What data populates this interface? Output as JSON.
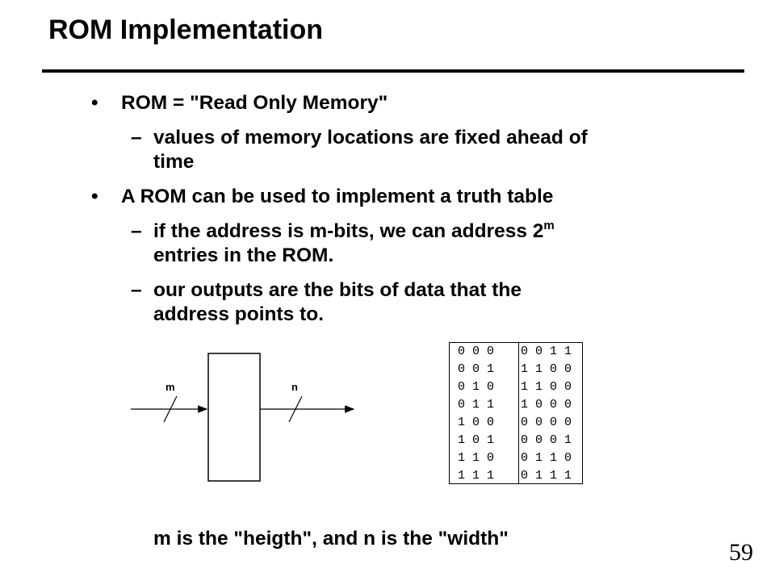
{
  "slide": {
    "title": "ROM Implementation",
    "bullets": [
      {
        "marker": "•",
        "text": "ROM = \"Read Only Memory\"",
        "sub": [
          {
            "marker": "–",
            "lines": [
              "values of memory locations are fixed ahead of",
              "time"
            ]
          }
        ]
      },
      {
        "marker": "•",
        "text": "A ROM can be used to implement a truth table",
        "sub": [
          {
            "marker": "–",
            "line1": "if the address is m-bits, we can address 2",
            "line1_sup": "m",
            "line2": "entries in the ROM."
          },
          {
            "marker": "–",
            "lines": [
              "our outputs are the bits of data that the",
              "address points to."
            ]
          }
        ]
      }
    ],
    "diagram": {
      "input_label": "m",
      "output_label": "n"
    },
    "truth_table": {
      "address": [
        "0 0 0",
        "0 0 1",
        "0 1 0",
        "0 1 1",
        "1 0 0",
        "1 0 1",
        "1 1 0",
        "1 1 1"
      ],
      "data": [
        "0 0 1 1",
        "1 1 0 0",
        "1 1 0 0",
        "1 0 0 0",
        "0 0 0 0",
        "0 0 0 1",
        "0 1 1 0",
        "0 1 1 1"
      ]
    },
    "caption": "m is the \"heigth\", and n is the \"width\"",
    "page_number": "59"
  }
}
